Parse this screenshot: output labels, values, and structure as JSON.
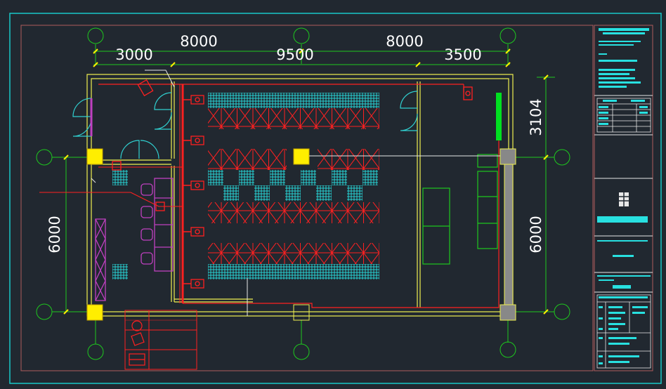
{
  "colors": {
    "background": "#212830",
    "frame": "#19c8c8",
    "border": "#b05c5c",
    "wall": "#f0f050",
    "pipe": "#ff2020",
    "axis": "#1ec81e",
    "cyan": "#28e0e0",
    "magenta": "#c040c0",
    "door": "#30d0d0",
    "white": "#e8e8e8",
    "yellow": "#ffee00"
  },
  "dimensions": {
    "top_upper": [
      "8000",
      "8000"
    ],
    "top_lower": [
      "3000",
      "9500",
      "3500"
    ],
    "left": "6000",
    "right_upper": "3104",
    "right_lower": "6000"
  },
  "icons": [
    "door-swing-icon",
    "sprinkler-head-icon",
    "fire-extinguisher-icon",
    "column-icon",
    "axis-bubble-icon"
  ]
}
